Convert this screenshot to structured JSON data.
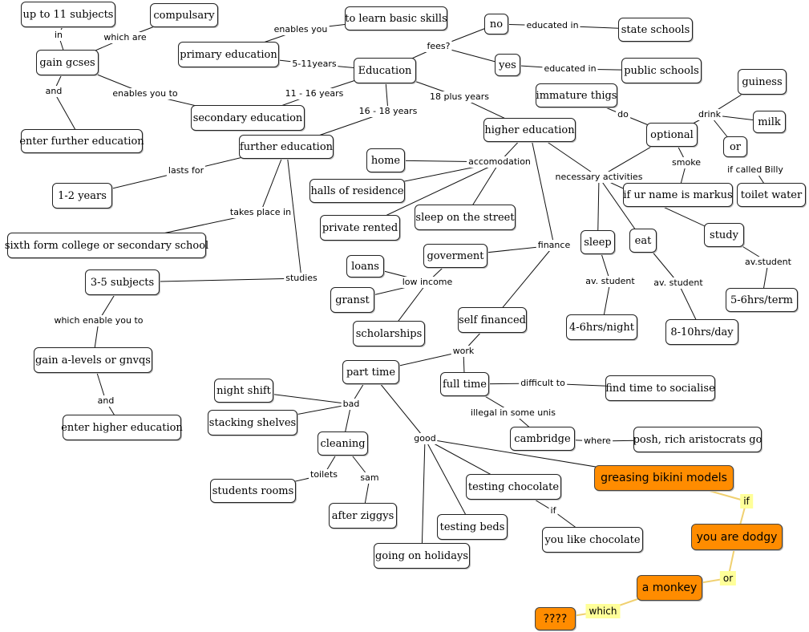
{
  "nodes": {
    "up_to_11": "up to 11 subjects",
    "compulsary": "compulsary",
    "gain_gcses": "gain gcses",
    "learn_basic": "to learn basic skills",
    "primary": "primary education",
    "no": "no",
    "state_schools": "state schools",
    "education": "Education",
    "yes": "yes",
    "public_schools": "public schools",
    "immature": "immature thigs",
    "guiness": "guiness",
    "secondary": "secondary education",
    "enter_further": "enter further education",
    "higher": "higher education",
    "optional": "optional",
    "milk": "milk",
    "or_node": "or",
    "further": "further education",
    "home": "home",
    "halls": "halls of residence",
    "markus": "if ur name is markus",
    "toilet_water": "toilet water",
    "one_two_years": "1-2 years",
    "sleep_street": "sleep on the street",
    "private_rented": "private rented",
    "study": "study",
    "sixth_form": "sixth form college or secondary school",
    "goverment": "goverment",
    "sleep": "sleep",
    "eat": "eat",
    "loans": "loans",
    "three_five": "3-5 subjects",
    "granst": "granst",
    "five_six": "5-6hrs/term",
    "self_financed": "self financed",
    "scholarships": "scholarships",
    "four_six": "4-6hrs/night",
    "eight_ten": "8-10hrs/day",
    "gain_alevels": "gain a-levels or gnvqs",
    "part_time": "part time",
    "full_time": "full time",
    "find_time": "find time to socialise",
    "night_shift": "night shift",
    "stacking": "stacking shelves",
    "enter_higher": "enter higher education",
    "cleaning": "cleaning",
    "cambridge": "cambridge",
    "posh": "posh, rich aristocrats go",
    "greasing": "greasing bikini models",
    "students_rooms": "students rooms",
    "testing_choc": "testing chocolate",
    "after_ziggys": "after ziggys",
    "testing_beds": "testing beds",
    "you_like_choc": "you like chocolate",
    "dodgy": "you are dodgy",
    "holidays": "going on holidays",
    "monkey": "a monkey",
    "qqqq": "????"
  },
  "labels": {
    "in": "in",
    "which_are": "which are",
    "enables_you": "enables you",
    "fees": "fees?",
    "educated_in_1": "educated in",
    "five_eleven": "5-11years",
    "educated_in_2": "educated in",
    "and_1": "and",
    "enables_you_to": "enables you to",
    "eleven_sixteen": "11 - 16 years",
    "eighteen_plus": "18 plus years",
    "sixteen_eighteen": "16 - 18 years",
    "do": "do",
    "drink": "drink",
    "accomodation": "accomodation",
    "smoke": "smoke",
    "necessary": "necessary activities",
    "if_billy": "if called Billy",
    "lasts_for": "lasts for",
    "takes_place": "takes place in",
    "finance": "finance",
    "av_student_1": "av.student",
    "studies": "studies",
    "low_income": "low income",
    "av_student_2": "av. student",
    "av_student_3": "av. student",
    "which_enable": "which enable you to",
    "work": "work",
    "difficult_to": "difficult to",
    "bad": "bad",
    "and_2": "and",
    "illegal": "illegal in some unis",
    "good": "good",
    "where": "where",
    "toilets": "toilets",
    "sam": "sam",
    "if_1": "if",
    "if_2": "if",
    "or_label": "or",
    "which_label": "which"
  }
}
